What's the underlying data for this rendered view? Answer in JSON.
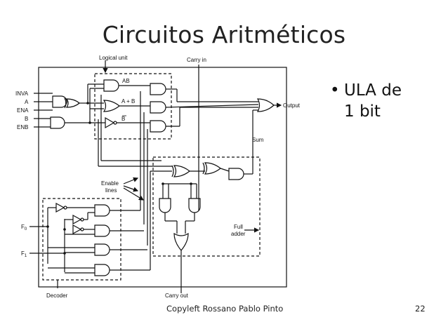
{
  "slide": {
    "title": "Circuitos Aritméticos",
    "bullet": {
      "marker": "•",
      "line1": "ULA de",
      "line2": "1 bit"
    },
    "footer_credit": "Copyleft Rossano Pablo Pinto",
    "page_number": "22"
  },
  "diagram": {
    "labels": {
      "logical_unit": "Logical unit",
      "carry_in": "Carry in",
      "inva": "INVA",
      "a": "A",
      "ena": "ENA",
      "b": "B",
      "enb": "ENB",
      "and_out": "AB",
      "or_out": "A + B",
      "not_out": "B",
      "output": "Output",
      "sum": "Sum",
      "enable": "Enable",
      "lines": "lines",
      "f0": "F",
      "f0_sub": "0",
      "f1": "F",
      "f1_sub": "1",
      "full": "Full",
      "adder": "adder",
      "decoder": "Decoder",
      "carry_out": "Carry out"
    }
  }
}
